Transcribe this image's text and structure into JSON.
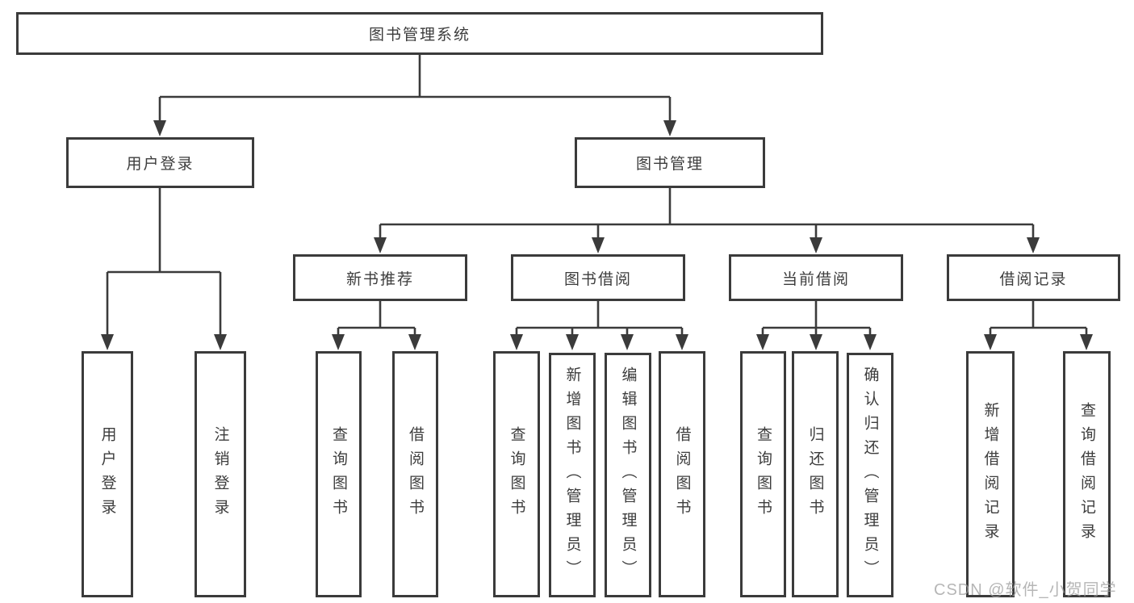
{
  "diagram_type": "hierarchy-tree",
  "colors": {
    "line": "#3b3b3b",
    "box_border": "#3b3b3b",
    "box_fill": "#ffffff",
    "text": "#3d3d3d",
    "watermark": "#9e9e9e",
    "background": "#ffffff"
  },
  "tree": {
    "root": {
      "label": "图书管理系统",
      "children": [
        {
          "label": "用户登录",
          "children": [
            {
              "label": "用户登录"
            },
            {
              "label": "注销登录"
            }
          ]
        },
        {
          "label": "图书管理",
          "children": [
            {
              "label": "新书推荐",
              "children": [
                {
                  "label": "查询图书"
                },
                {
                  "label": "借阅图书"
                }
              ]
            },
            {
              "label": "图书借阅",
              "children": [
                {
                  "label": "查询图书"
                },
                {
                  "label": "新增图书（管理员）"
                },
                {
                  "label": "编辑图书（管理员）"
                },
                {
                  "label": "借阅图书"
                }
              ]
            },
            {
              "label": "当前借阅",
              "children": [
                {
                  "label": "查询图书"
                },
                {
                  "label": "归还图书"
                },
                {
                  "label": "确认归还（管理员）"
                }
              ]
            },
            {
              "label": "借阅记录",
              "children": [
                {
                  "label": "新增借阅记录"
                },
                {
                  "label": "查询借阅记录"
                }
              ]
            }
          ]
        }
      ]
    }
  },
  "watermark": {
    "text": "CSDN @软件_小贺同学"
  }
}
